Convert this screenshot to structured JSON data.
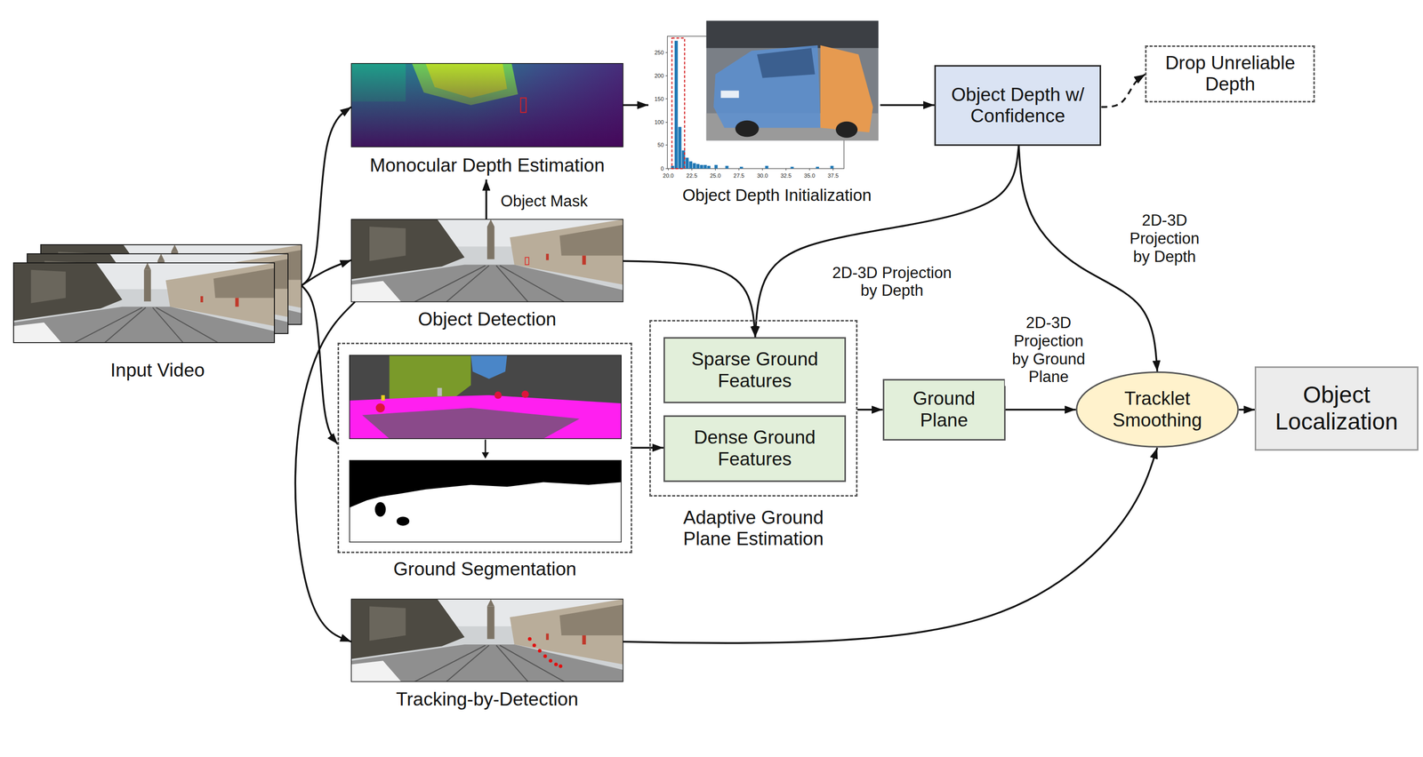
{
  "diagram": {
    "nodes": [
      {
        "text": [
          "Input Video"
        ]
      },
      {
        "text": [
          "Monocular Depth Estimation"
        ]
      },
      {
        "text": [
          "Object Detection"
        ]
      },
      {
        "text": [
          "Object Depth Initialization"
        ]
      },
      {
        "text": [
          "Object Depth w/ Confidence"
        ]
      },
      {
        "text": [
          "Drop Unreliable Depth"
        ]
      },
      {
        "text": [
          "Ground Segmentation"
        ]
      },
      {
        "text": [
          "Adaptive Ground Plane Estimation"
        ]
      },
      {
        "text": [
          "Sparse Ground Features"
        ],
        "in": 7
      },
      {
        "text": [
          "Dense Ground Features"
        ],
        "in": 7
      },
      {
        "text": [
          "Ground Plane"
        ]
      },
      {
        "text": [
          "Tracklet Smoothing"
        ]
      },
      {
        "text": [
          "Object Localization"
        ]
      },
      {
        "text": [
          "Tracking-by-Detection"
        ]
      }
    ],
    "edges": [
      {
        "from": 0,
        "to": 1,
        "arrow": "to"
      },
      {
        "from": 0,
        "to": 2,
        "arrow": "to"
      },
      {
        "from": 0,
        "to": 6,
        "arrow": "to"
      },
      {
        "from": 2,
        "to": 13,
        "arrow": "to"
      },
      {
        "from": 2,
        "to": 1,
        "label": "Object Mask",
        "arrow": "to"
      },
      {
        "from": 1,
        "to": 3,
        "arrow": "to"
      },
      {
        "from": 3,
        "to": 4,
        "arrow": "to"
      },
      {
        "from": 4,
        "to": 5,
        "arrow": "to"
      },
      {
        "from": 4,
        "to": 8,
        "label": "2D-3D Projection by Depth",
        "arrow": "to"
      },
      {
        "from": 2,
        "to": 8,
        "arrow": "to"
      },
      {
        "from": 4,
        "to": 11,
        "label": "2D-3D Projection by Depth",
        "arrow": "to"
      },
      {
        "from": 6,
        "to": 9,
        "arrow": "to"
      },
      {
        "from": 7,
        "to": 10,
        "arrow": "to"
      },
      {
        "from": 10,
        "to": 11,
        "label": "2D-3D Projection by Ground Plane",
        "arrow": "to"
      },
      {
        "from": 13,
        "to": 11,
        "arrow": "to"
      },
      {
        "from": 11,
        "to": 12,
        "arrow": "to"
      }
    ],
    "labels": [
      "250",
      "200",
      "150",
      "100",
      "50",
      "0",
      "20.0",
      "22.5",
      "25.0",
      "27.5",
      "30.0",
      "32.5",
      "35.0",
      "37.5"
    ]
  }
}
